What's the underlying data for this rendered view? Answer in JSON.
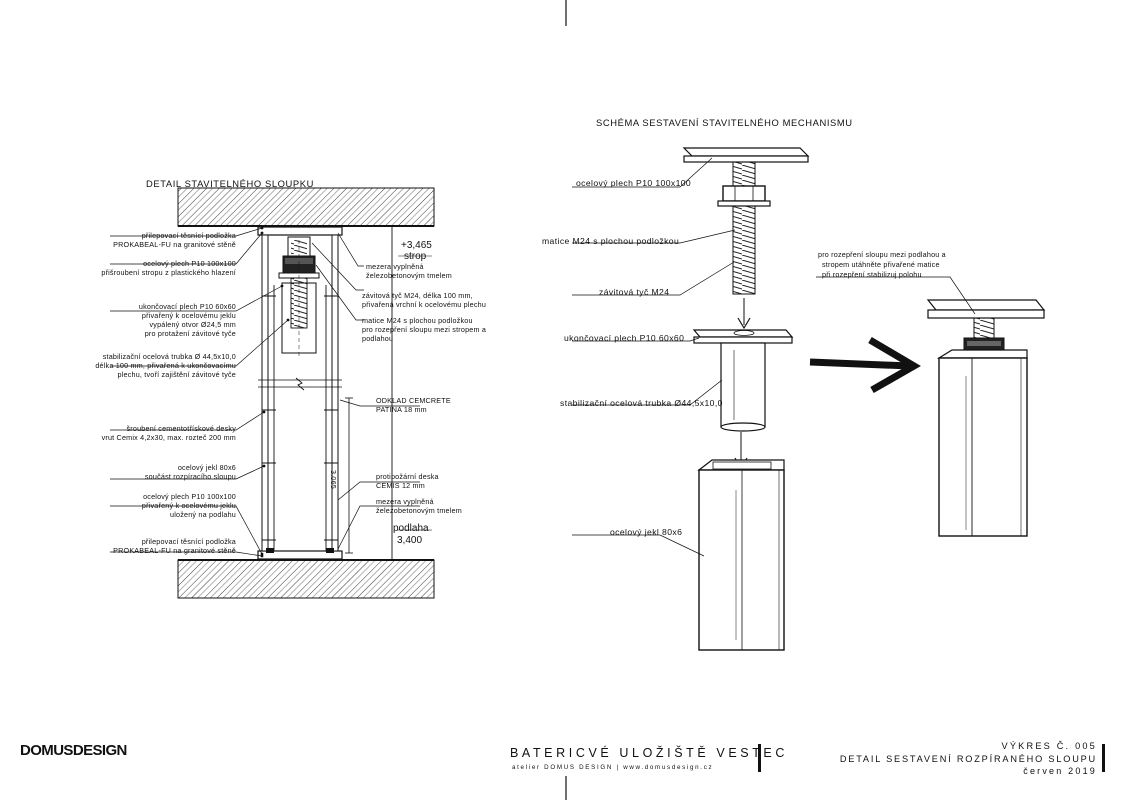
{
  "left_detail": {
    "title": "DETAIL STAVITELNÉHO SLOUPKU",
    "labels_left": [
      "přilepovací těsnící podložka",
      "PROKABEAL-FU na granitové stěně",
      "ocelový plech P10 100x100",
      "přišroubení stropu z plastického hlazení",
      "ukončovací plech P10 60x60",
      "přivařený k ocelovému jeklu",
      "vypálený otvor Ø24,5 mm",
      "pro protažení závitové tyče",
      "stabilizační ocelová trubka Ø 44,5x10,0",
      "délka 100 mm, přivařená k ukončovacímu",
      "plechu, tvoří zajištění závitové tyče",
      "šroubení cementotřískové desky",
      "vrut Cemix 4,2x30, max. rozteč 200 mm",
      "ocelový jekl 80x6",
      "součást rozpíracího sloupu",
      "ocelový plech P10 100x100",
      "přivařený k ocelovému jeklu",
      "uložený na podlahu",
      "přilepovací těsnící podložka",
      "PROKABEAL-FU na granitové stěně"
    ],
    "labels_right": [
      "mezera vyplněná",
      "železobetonovým tmelem",
      "závitová tyč M24, délka 100 mm,",
      "přivařená vrchní k ocelovému plechu",
      "matice M24 s plochou podložkou",
      "pro rozepření sloupu mezi stropem a",
      "podlahou",
      "ODKLAD CEMCRETE",
      "PATINA 18 mm",
      "protipožární deska",
      "CEMIS 12 mm",
      "mezera vyplněná",
      "železobetonovým tmelem"
    ],
    "dim_top_value": "+3,465",
    "dim_top_label": "strop",
    "dim_bottom_label": "podlaha",
    "dim_bottom_value": "3,400",
    "dim_vertical": "3.065"
  },
  "right_detail": {
    "title": "SCHÉMA SESTAVENÍ STAVITELNÉHO MECHANISMU",
    "label_plate_top": "ocelový plech P10 100x100",
    "label_nut": "matice M24 s plochou podložkou",
    "label_rod": "závitová tyč M24",
    "label_end_plate": "ukončovací plech P10 60x60",
    "label_tube": "stabilizační ocelová trubka Ø44,5x10,0",
    "label_jekl": "ocelový jekl 80x6",
    "label_assembled_1": "pro rozepření sloupu mezi podlahou a",
    "label_assembled_2": "stropem utáhněte přivařené matice",
    "label_assembled_3": "při rozepření stabilizuj polohu"
  },
  "title_block": {
    "logo": "DOMUSDESIGN",
    "project": "BATERICVÉ ULOŽIŠTĚ VESTEC",
    "project_sub": "atelier DOMUS DESIGN | www.domusdesign.cz",
    "drawing_no": "VÝKRES Č. 005",
    "drawing_title": "DETAIL SESTAVENÍ ROZPÍRANÉHO SLOUPU",
    "date": "červen 2019"
  }
}
